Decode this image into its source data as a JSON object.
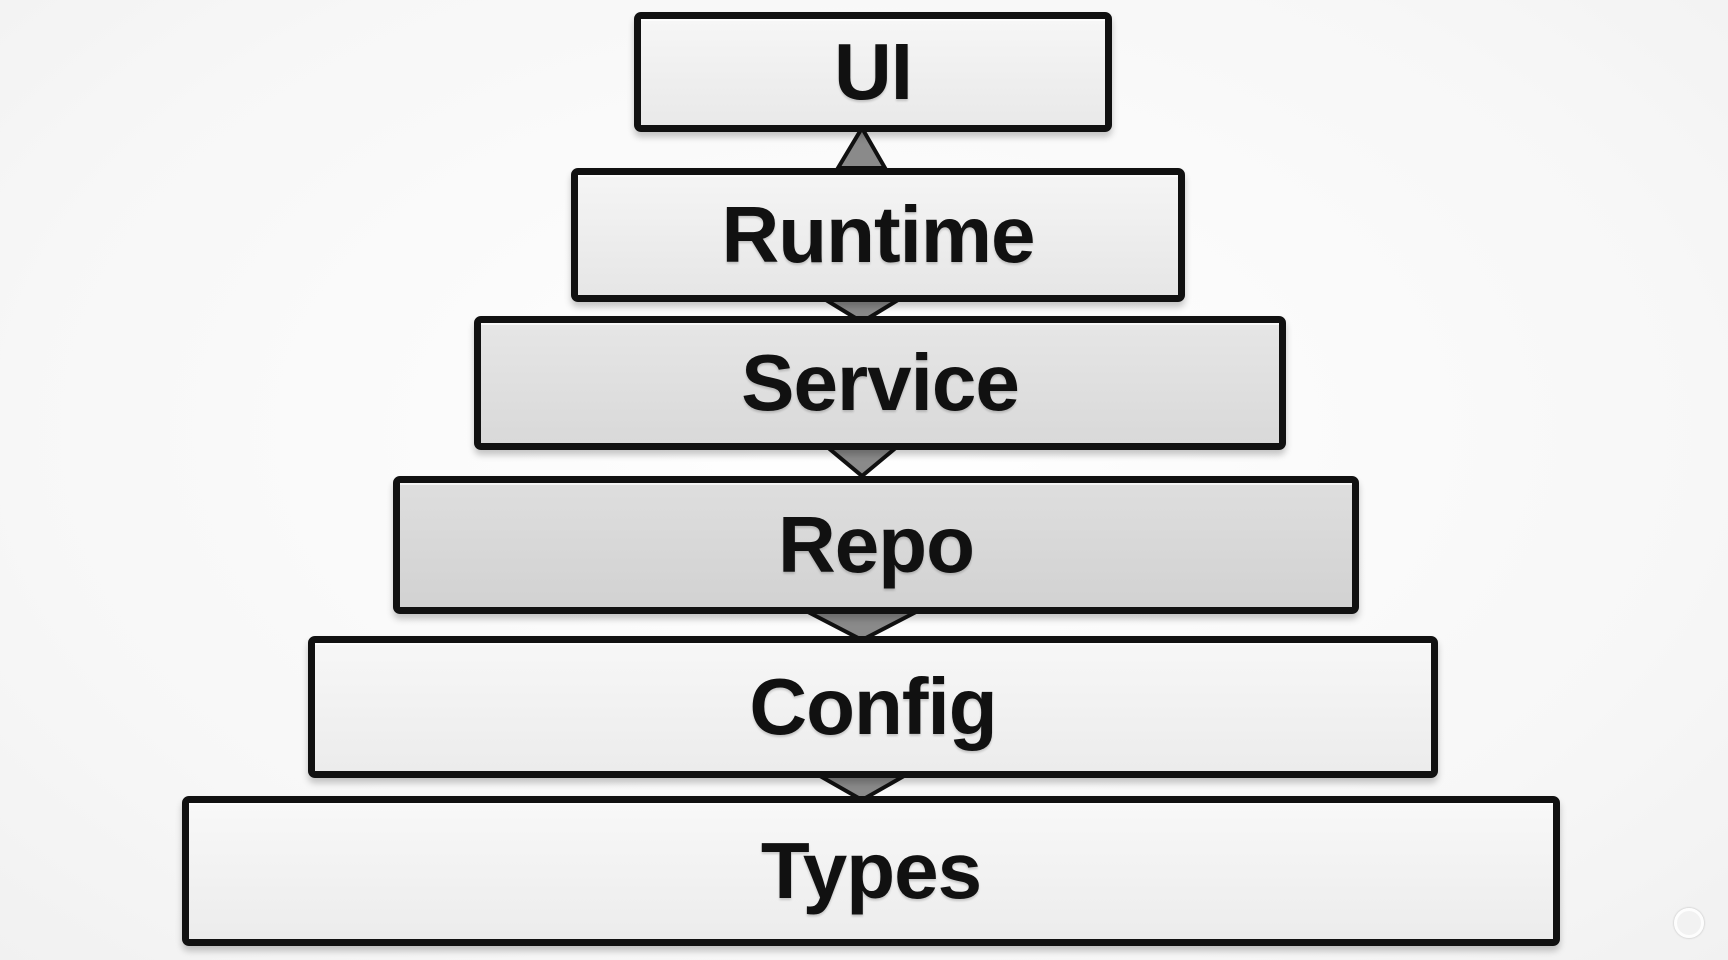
{
  "diagram": {
    "layers": [
      {
        "label": "UI"
      },
      {
        "label": "Runtime"
      },
      {
        "label": "Service"
      },
      {
        "label": "Repo"
      },
      {
        "label": "Config"
      },
      {
        "label": "Types"
      }
    ]
  },
  "colors": {
    "border": "#111111",
    "fill_light": "#f4f4f4",
    "fill_mid": "#e2e2e2",
    "fill_dark": "#d6d6d6",
    "connector": "#8a8a8a"
  }
}
